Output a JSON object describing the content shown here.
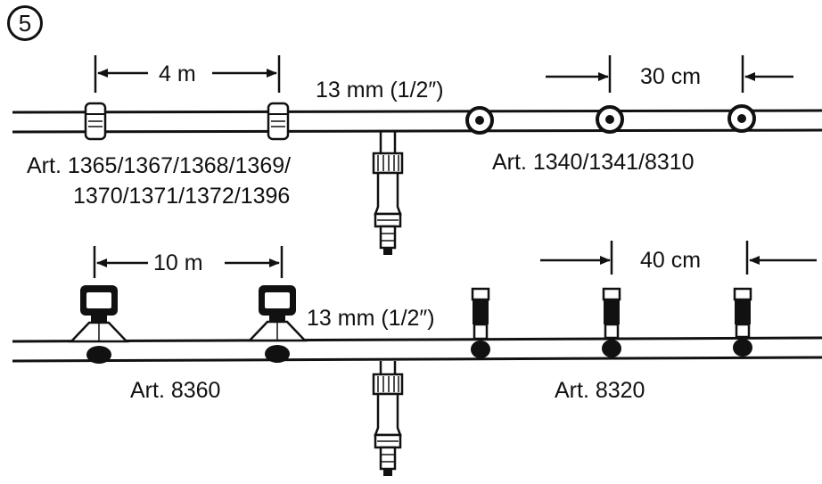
{
  "step_number": "5",
  "top_row": {
    "pipe_label": "13 mm (1/2″)",
    "left_spacing": "4 m",
    "right_spacing": "30 cm",
    "left_articles_line1": "Art. 1365/1367/1368/1369/",
    "left_articles_line2": "1370/1371/1372/1396",
    "right_articles": "Art. 1340/1341/8310"
  },
  "bottom_row": {
    "pipe_label": "13 mm (1/2″)",
    "left_spacing": "10 m",
    "right_spacing": "40 cm",
    "left_articles": "Art. 8360",
    "right_articles": "Art. 8320"
  }
}
